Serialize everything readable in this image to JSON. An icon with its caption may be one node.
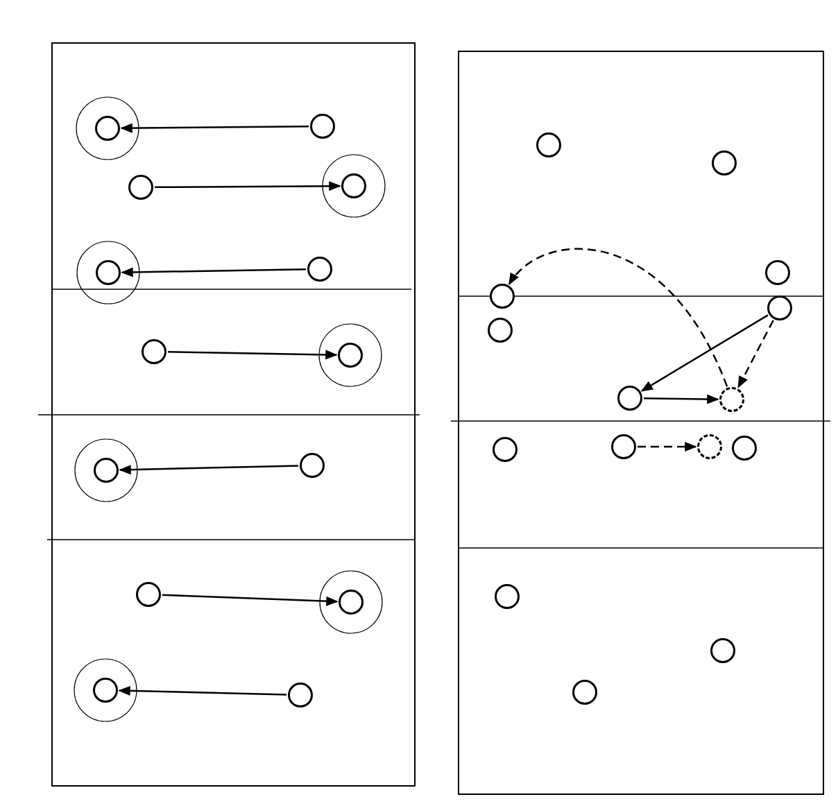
{
  "diagram": {
    "nodes": [
      {
        "text": [],
        "shape": "circle"
      },
      {
        "text": [],
        "shape": "circle"
      },
      {
        "text": [],
        "shape": "circle"
      },
      {
        "text": [],
        "shape": "circle"
      },
      {
        "text": [],
        "shape": "circle"
      },
      {
        "text": [],
        "shape": "circle"
      },
      {
        "text": [],
        "shape": "circle"
      },
      {
        "text": [],
        "shape": "circle"
      },
      {
        "text": [],
        "shape": "circle"
      },
      {
        "text": [],
        "shape": "circle"
      },
      {
        "text": [],
        "shape": "circle"
      },
      {
        "text": [],
        "shape": "circle"
      },
      {
        "text": [],
        "shape": "circle"
      },
      {
        "text": [],
        "shape": "circle"
      },
      {
        "text": [],
        "shape": "circle"
      },
      {
        "text": [],
        "shape": "circle"
      },
      {
        "text": [],
        "shape": "circle"
      },
      {
        "text": [],
        "shape": "circle"
      },
      {
        "text": [],
        "shape": "circle"
      },
      {
        "text": [],
        "shape": "circle"
      },
      {
        "text": [],
        "shape": "circle"
      },
      {
        "text": [],
        "shape": "circle"
      },
      {
        "text": [],
        "shape": "circle"
      },
      {
        "text": [],
        "shape": "circle"
      },
      {
        "text": [],
        "shape": "circle"
      },
      {
        "text": [],
        "shape": "circle"
      },
      {
        "text": [],
        "shape": "circle"
      },
      {
        "text": [],
        "shape": "circle"
      },
      {
        "text": [],
        "shape": "circle"
      }
    ],
    "edges": [
      {
        "from": 1,
        "to": 0,
        "arrow": "to"
      },
      {
        "from": 2,
        "to": 3,
        "arrow": "to"
      },
      {
        "from": 5,
        "to": 4,
        "arrow": "to"
      },
      {
        "from": 6,
        "to": 7,
        "arrow": "to"
      },
      {
        "from": 9,
        "to": 8,
        "arrow": "to"
      },
      {
        "from": 10,
        "to": 11,
        "arrow": "to"
      },
      {
        "from": 13,
        "to": 12,
        "arrow": "to"
      },
      {
        "from": 21,
        "to": 17,
        "arrow": "to",
        "style": "dashed"
      },
      {
        "from": 18,
        "to": 20,
        "arrow": "to"
      },
      {
        "from": 18,
        "to": 21,
        "arrow": "to",
        "style": "dashed"
      },
      {
        "from": 20,
        "to": 21,
        "arrow": "to"
      },
      {
        "from": 23,
        "to": 24,
        "arrow": "to",
        "style": "dashed"
      }
    ]
  }
}
